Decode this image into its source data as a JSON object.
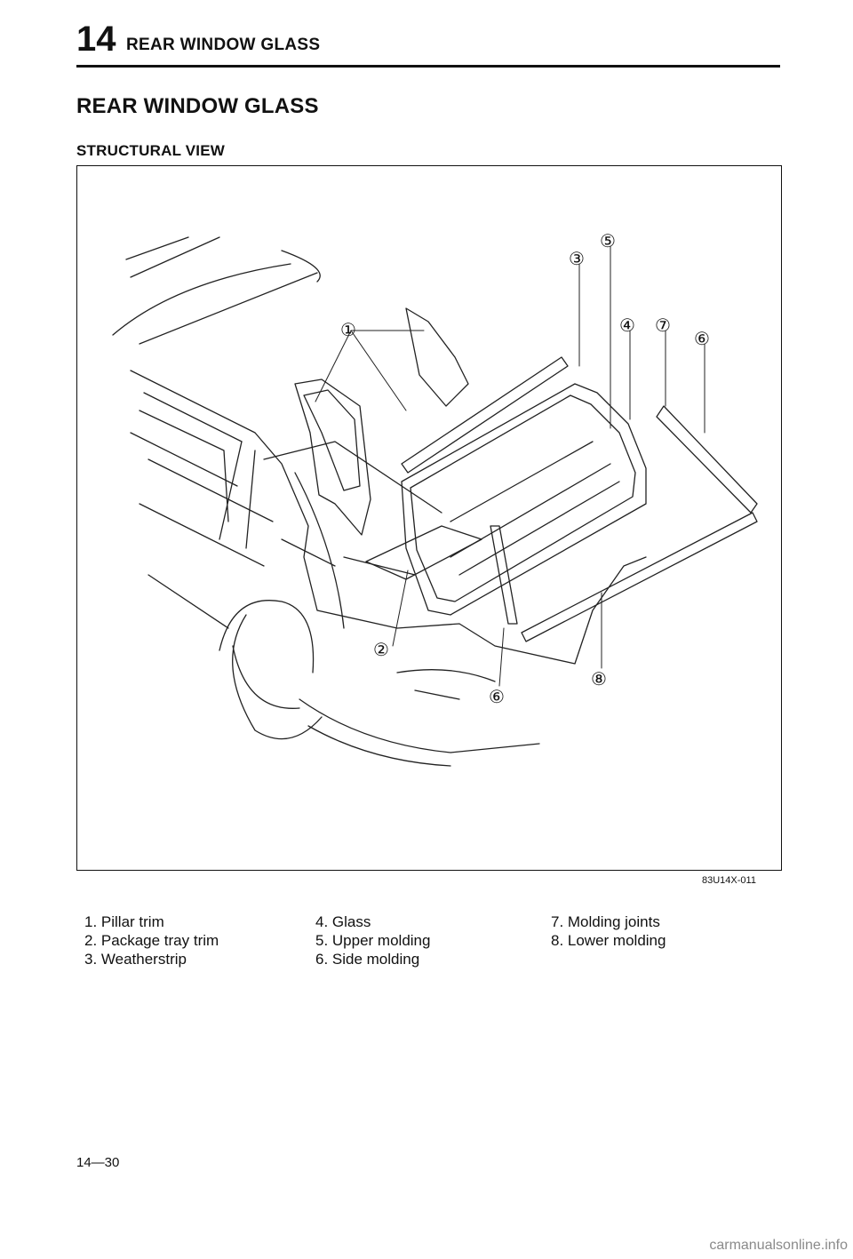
{
  "header": {
    "chapter_number": "14",
    "chapter_title": "REAR WINDOW GLASS"
  },
  "section_title": "REAR WINDOW GLASS",
  "subsection_title": "STRUCTURAL VIEW",
  "figure": {
    "code": "83U14X-011",
    "callouts": [
      {
        "id": "1",
        "label": "①"
      },
      {
        "id": "2",
        "label": "②"
      },
      {
        "id": "3",
        "label": "③"
      },
      {
        "id": "4",
        "label": "④"
      },
      {
        "id": "5",
        "label": "⑤"
      },
      {
        "id": "6a",
        "label": "⑥"
      },
      {
        "id": "6b",
        "label": "⑥"
      },
      {
        "id": "7",
        "label": "⑦"
      },
      {
        "id": "8",
        "label": "⑧"
      }
    ]
  },
  "legend": {
    "columns": [
      [
        "1. Pillar trim",
        "2. Package tray trim",
        "3. Weatherstrip"
      ],
      [
        "4. Glass",
        "5. Upper molding",
        "6. Side molding"
      ],
      [
        "7. Molding joints",
        "8. Lower molding"
      ]
    ]
  },
  "page_number": "14—30",
  "watermark": "carmanualsonline.info"
}
